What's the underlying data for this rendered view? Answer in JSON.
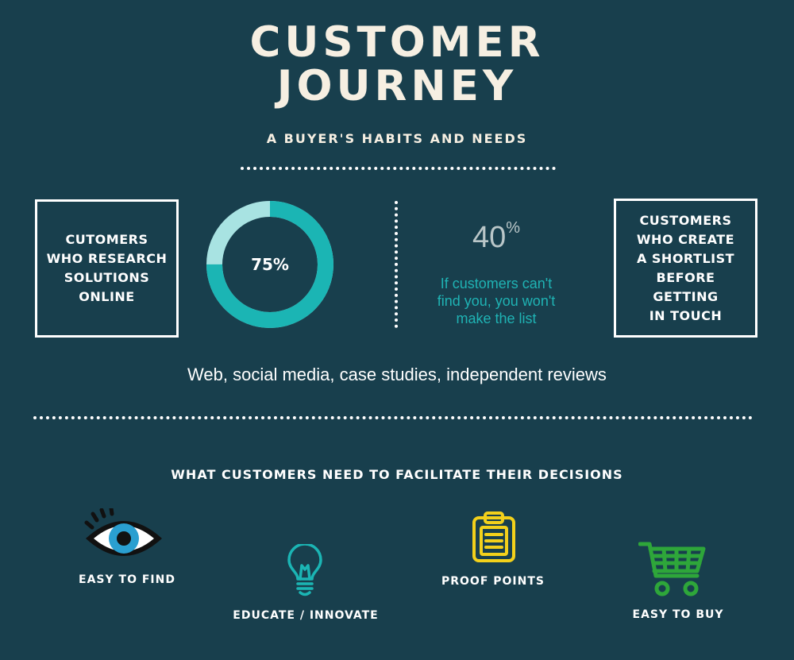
{
  "header": {
    "title_line1": "CUSTOMER",
    "title_line2": "JOURNEY",
    "subtitle": "A BUYER'S HABITS AND NEEDS"
  },
  "stats": {
    "left_box_text": "CUTOMERS\nWHO RESEARCH\nSOLUTIONS\nONLINE",
    "donut": {
      "value_percent": 75,
      "label": "75%",
      "fill_color": "#1bb5b4",
      "rest_color": "#a8e3e2"
    },
    "shortlist": {
      "value": "40",
      "unit": "%",
      "caption": "If customers can't\nfind you, you won't\nmake the list"
    },
    "right_box_text": "CUSTOMERS\nWHO CREATE\nA SHORTLIST\nBEFORE GETTING\nIN TOUCH"
  },
  "channels_text": "Web, social media, case studies, independent reviews",
  "needs": {
    "heading": "WHAT CUSTOMERS NEED TO FACILITATE  THEIR DECISIONS",
    "items": [
      {
        "label": "EASY TO FIND",
        "icon": "eye-icon",
        "color": "#2a9fd0"
      },
      {
        "label": "EDUCATE / INNOVATE",
        "icon": "lightbulb-icon",
        "color": "#1bb5b4"
      },
      {
        "label": "PROOF POINTS",
        "icon": "clipboard-icon",
        "color": "#f3d11b"
      },
      {
        "label": "EASY TO BUY",
        "icon": "shopping-cart-icon",
        "color": "#2ea63a"
      }
    ]
  },
  "colors": {
    "background": "#183f4d",
    "title": "#f6efe2",
    "accent_teal": "#1fb3b4"
  }
}
